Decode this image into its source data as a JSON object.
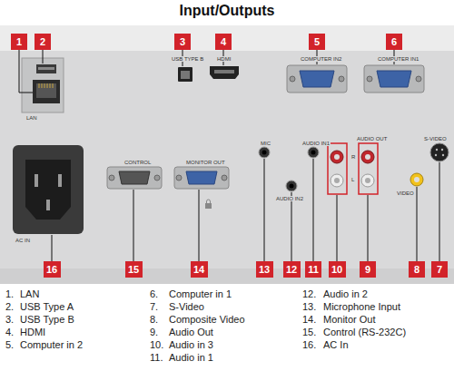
{
  "diagram": {
    "title": "Input/Outputs",
    "nodes": [
      {
        "text": [
          "1"
        ]
      },
      {
        "text": [
          "2"
        ]
      },
      {
        "text": [
          "3"
        ]
      },
      {
        "text": [
          "4"
        ]
      },
      {
        "text": [
          "5"
        ]
      },
      {
        "text": [
          "6"
        ]
      },
      {
        "text": [
          "16"
        ]
      },
      {
        "text": [
          "15"
        ]
      },
      {
        "text": [
          "14"
        ]
      },
      {
        "text": [
          "13"
        ]
      },
      {
        "text": [
          "12"
        ]
      },
      {
        "text": [
          "11"
        ]
      },
      {
        "text": [
          "10"
        ]
      },
      {
        "text": [
          "9"
        ]
      },
      {
        "text": [
          "8"
        ]
      },
      {
        "text": [
          "7"
        ]
      }
    ],
    "labels": [
      "LAN",
      "USB TYPE B",
      "HDMI",
      "COMPUTER IN2",
      "COMPUTER IN1",
      "CONTROL",
      "MONITOR OUT",
      "MIC",
      "AUDIO IN1",
      "AUDIO OUT",
      "S-VIDEO",
      "AUDIO IN2",
      "R",
      "L",
      "VIDEO",
      "AC IN",
      "1.",
      "LAN",
      "2.",
      "USB Type A",
      "3.",
      "USB Type B",
      "4.",
      "HDMI",
      "5.",
      "Computer in 2",
      "6.",
      "Computer in 1",
      "7.",
      "S-Video",
      "8.",
      "Composite Video",
      "9.",
      "Audio Out",
      "10.",
      "Audio in 3",
      "11.",
      "Audio in 1",
      "12.",
      "Audio in 2",
      "13.",
      "Microphone Input",
      "14.",
      "Monitor Out",
      "15.",
      "Control (RS-232C)",
      "16.",
      "AC In"
    ]
  }
}
